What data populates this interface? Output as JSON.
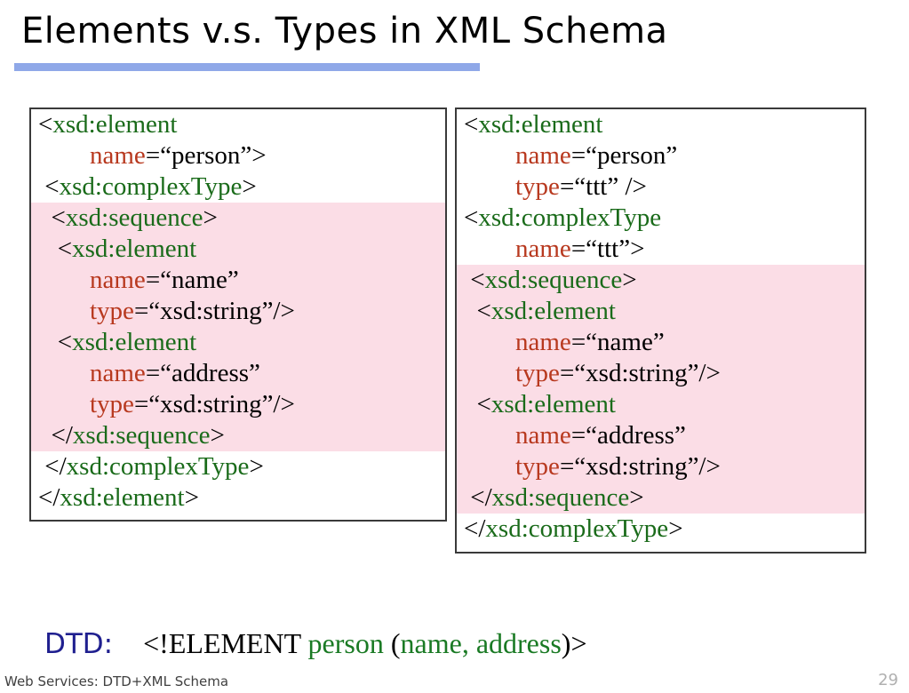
{
  "slide": {
    "title": "Elements v.s. Types in XML Schema",
    "accent_color": "#8fa8e8",
    "highlight_color": "#fbdde6",
    "tag_color": "#1a6b1a",
    "attr_color": "#b8391f",
    "dtd_label_color": "#1f1f8f"
  },
  "left_box": {
    "lines": [
      {
        "highlight": false,
        "segments": [
          {
            "text": "<",
            "kind": "punct"
          },
          {
            "text": "xsd:element",
            "kind": "tag"
          }
        ]
      },
      {
        "highlight": false,
        "segments": [
          {
            "text": "        ",
            "kind": "punct"
          },
          {
            "text": "name",
            "kind": "attr"
          },
          {
            "text": "=“person”>",
            "kind": "punct"
          }
        ]
      },
      {
        "highlight": false,
        "segments": [
          {
            "text": " <",
            "kind": "punct"
          },
          {
            "text": "xsd:complexType",
            "kind": "tag"
          },
          {
            "text": ">",
            "kind": "punct"
          }
        ]
      },
      {
        "highlight": true,
        "segments": [
          {
            "text": "  <",
            "kind": "punct"
          },
          {
            "text": "xsd:sequence",
            "kind": "tag"
          },
          {
            "text": ">",
            "kind": "punct"
          }
        ]
      },
      {
        "highlight": true,
        "segments": [
          {
            "text": "   <",
            "kind": "punct"
          },
          {
            "text": "xsd:element",
            "kind": "tag"
          }
        ]
      },
      {
        "highlight": true,
        "segments": [
          {
            "text": "        ",
            "kind": "punct"
          },
          {
            "text": "name",
            "kind": "attr"
          },
          {
            "text": "=“name”",
            "kind": "punct"
          }
        ]
      },
      {
        "highlight": true,
        "segments": [
          {
            "text": "        ",
            "kind": "punct"
          },
          {
            "text": "type",
            "kind": "attr"
          },
          {
            "text": "=“xsd:string”/>",
            "kind": "punct"
          }
        ]
      },
      {
        "highlight": true,
        "segments": [
          {
            "text": "   <",
            "kind": "punct"
          },
          {
            "text": "xsd:element",
            "kind": "tag"
          }
        ]
      },
      {
        "highlight": true,
        "segments": [
          {
            "text": "        ",
            "kind": "punct"
          },
          {
            "text": "name",
            "kind": "attr"
          },
          {
            "text": "=“address”",
            "kind": "punct"
          }
        ]
      },
      {
        "highlight": true,
        "segments": [
          {
            "text": "        ",
            "kind": "punct"
          },
          {
            "text": "type",
            "kind": "attr"
          },
          {
            "text": "=“xsd:string”/>",
            "kind": "punct"
          }
        ]
      },
      {
        "highlight": true,
        "segments": [
          {
            "text": "  </",
            "kind": "punct"
          },
          {
            "text": "xsd:sequence",
            "kind": "tag"
          },
          {
            "text": ">",
            "kind": "punct"
          }
        ]
      },
      {
        "highlight": false,
        "segments": [
          {
            "text": " </",
            "kind": "punct"
          },
          {
            "text": "xsd:complexType",
            "kind": "tag"
          },
          {
            "text": ">",
            "kind": "punct"
          }
        ]
      },
      {
        "highlight": false,
        "segments": [
          {
            "text": "</",
            "kind": "punct"
          },
          {
            "text": "xsd:element",
            "kind": "tag"
          },
          {
            "text": ">",
            "kind": "punct"
          }
        ]
      }
    ]
  },
  "right_box": {
    "lines": [
      {
        "highlight": false,
        "segments": [
          {
            "text": "<",
            "kind": "punct"
          },
          {
            "text": "xsd:element",
            "kind": "tag"
          }
        ]
      },
      {
        "highlight": false,
        "segments": [
          {
            "text": "        ",
            "kind": "punct"
          },
          {
            "text": "name",
            "kind": "attr"
          },
          {
            "text": "=“person”",
            "kind": "punct"
          }
        ]
      },
      {
        "highlight": false,
        "segments": [
          {
            "text": "        ",
            "kind": "punct"
          },
          {
            "text": "type",
            "kind": "attr"
          },
          {
            "text": "=“ttt” />",
            "kind": "punct"
          }
        ]
      },
      {
        "highlight": false,
        "segments": [
          {
            "text": "<",
            "kind": "punct"
          },
          {
            "text": "xsd:complexType",
            "kind": "tag"
          }
        ]
      },
      {
        "highlight": false,
        "segments": [
          {
            "text": "        ",
            "kind": "punct"
          },
          {
            "text": "name",
            "kind": "attr"
          },
          {
            "text": "=“ttt”>",
            "kind": "punct"
          }
        ]
      },
      {
        "highlight": true,
        "segments": [
          {
            "text": " <",
            "kind": "punct"
          },
          {
            "text": "xsd:sequence",
            "kind": "tag"
          },
          {
            "text": ">",
            "kind": "punct"
          }
        ]
      },
      {
        "highlight": true,
        "segments": [
          {
            "text": "  <",
            "kind": "punct"
          },
          {
            "text": "xsd:element",
            "kind": "tag"
          }
        ]
      },
      {
        "highlight": true,
        "segments": [
          {
            "text": "        ",
            "kind": "punct"
          },
          {
            "text": "name",
            "kind": "attr"
          },
          {
            "text": "=“name”",
            "kind": "punct"
          }
        ]
      },
      {
        "highlight": true,
        "segments": [
          {
            "text": "        ",
            "kind": "punct"
          },
          {
            "text": "type",
            "kind": "attr"
          },
          {
            "text": "=“xsd:string”/>",
            "kind": "punct"
          }
        ]
      },
      {
        "highlight": true,
        "segments": [
          {
            "text": "  <",
            "kind": "punct"
          },
          {
            "text": "xsd:element",
            "kind": "tag"
          }
        ]
      },
      {
        "highlight": true,
        "segments": [
          {
            "text": "        ",
            "kind": "punct"
          },
          {
            "text": "name",
            "kind": "attr"
          },
          {
            "text": "=“address”",
            "kind": "punct"
          }
        ]
      },
      {
        "highlight": true,
        "segments": [
          {
            "text": "        ",
            "kind": "punct"
          },
          {
            "text": "type",
            "kind": "attr"
          },
          {
            "text": "=“xsd:string”/>",
            "kind": "punct"
          }
        ]
      },
      {
        "highlight": true,
        "segments": [
          {
            "text": " </",
            "kind": "punct"
          },
          {
            "text": "xsd:sequence",
            "kind": "tag"
          },
          {
            "text": ">",
            "kind": "punct"
          }
        ]
      },
      {
        "highlight": false,
        "segments": [
          {
            "text": "</",
            "kind": "punct"
          },
          {
            "text": "xsd:complexType",
            "kind": "tag"
          },
          {
            "text": ">",
            "kind": "punct"
          }
        ]
      }
    ]
  },
  "dtd": {
    "label": "DTD:",
    "code_segments": [
      {
        "text": "<!ELEMENT ",
        "kind": "punct"
      },
      {
        "text": "person",
        "kind": "green"
      },
      {
        "text": " (",
        "kind": "punct"
      },
      {
        "text": "name, address",
        "kind": "green"
      },
      {
        "text": ")>",
        "kind": "punct"
      }
    ]
  },
  "footer": {
    "text": "Web Services: DTD+XML Schema",
    "page_number": "29"
  }
}
